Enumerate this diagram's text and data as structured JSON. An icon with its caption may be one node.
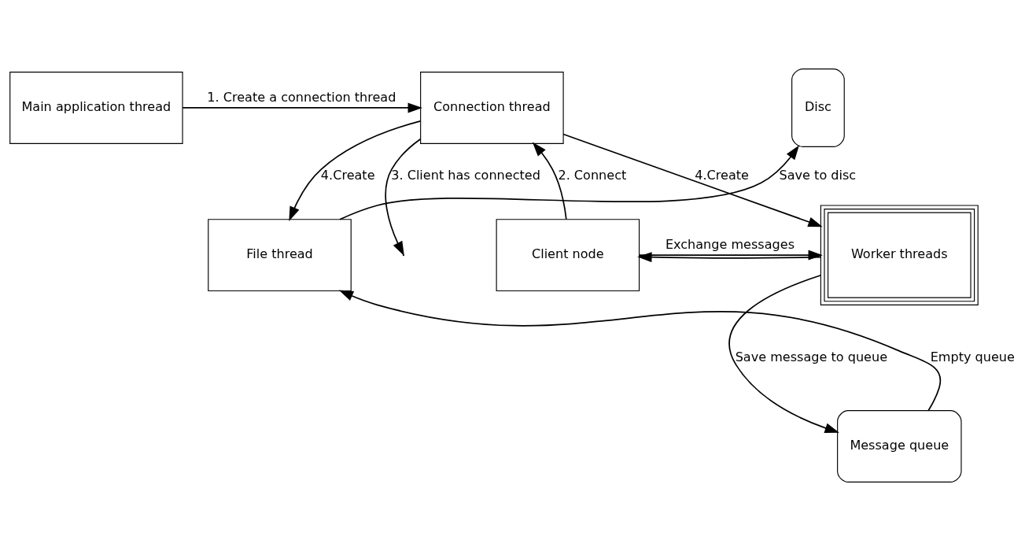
{
  "diagram": {
    "nodes": [
      {
        "text": [
          "Main application thread"
        ]
      },
      {
        "text": [
          "Connection thread"
        ]
      },
      {
        "text": [
          "Client node"
        ]
      },
      {
        "text": [
          "Worker threads"
        ]
      },
      {
        "text": [
          "File thread"
        ]
      },
      {
        "text": [
          "Disc"
        ]
      },
      {
        "text": [
          "Message queue"
        ]
      }
    ],
    "edges": [
      {
        "from": 0,
        "to": 1,
        "arrow": "to",
        "label": "1. Create a connection thread"
      },
      {
        "from": 2,
        "to": 1,
        "arrow": "to",
        "label": "2. Connect"
      },
      {
        "from": 1,
        "to": null,
        "arrow": "to",
        "label": "3. Client has connected"
      },
      {
        "from": 1,
        "to": 3,
        "arrow": "to",
        "label": "4.Create"
      },
      {
        "from": 1,
        "to": 4,
        "arrow": "to",
        "label": "4.Create"
      },
      {
        "from": 3,
        "to": 2,
        "arrow": "to"
      },
      {
        "from": 2,
        "to": 3,
        "arrow": "to",
        "label": "Exchange messages"
      },
      {
        "from": 3,
        "to": 6,
        "arrow": "to",
        "label": "Save message to queue"
      },
      {
        "from": 6,
        "to": 4,
        "arrow": "to",
        "label": "Empty queue"
      },
      {
        "from": 4,
        "to": 5,
        "arrow": "to",
        "label": "Save to disc"
      }
    ]
  }
}
